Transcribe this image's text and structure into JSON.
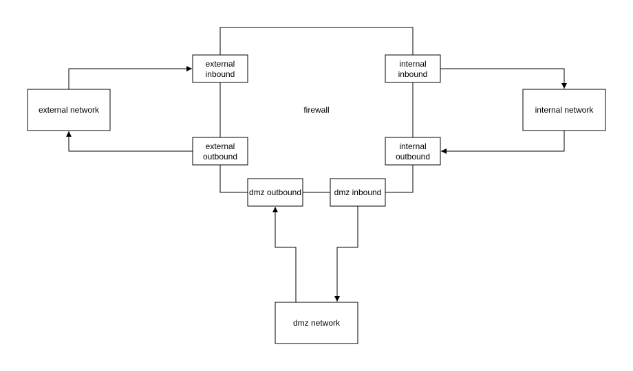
{
  "diagram": {
    "firewall_label": "firewall",
    "nodes": {
      "external_network": {
        "label": "external network"
      },
      "internal_network": {
        "label": "internal network"
      },
      "dmz_network": {
        "label": "dmz network"
      },
      "external_inbound": {
        "line1": "external",
        "line2": "inbound"
      },
      "external_outbound": {
        "line1": "external",
        "line2": "outbound"
      },
      "internal_inbound": {
        "line1": "internal",
        "line2": "inbound"
      },
      "internal_outbound": {
        "line1": "internal",
        "line2": "outbound"
      },
      "dmz_outbound": {
        "label": "dmz outbound"
      },
      "dmz_inbound": {
        "label": "dmz inbound"
      }
    },
    "colors": {
      "stroke": "#000000",
      "fill": "#ffffff",
      "text": "#000000"
    }
  }
}
